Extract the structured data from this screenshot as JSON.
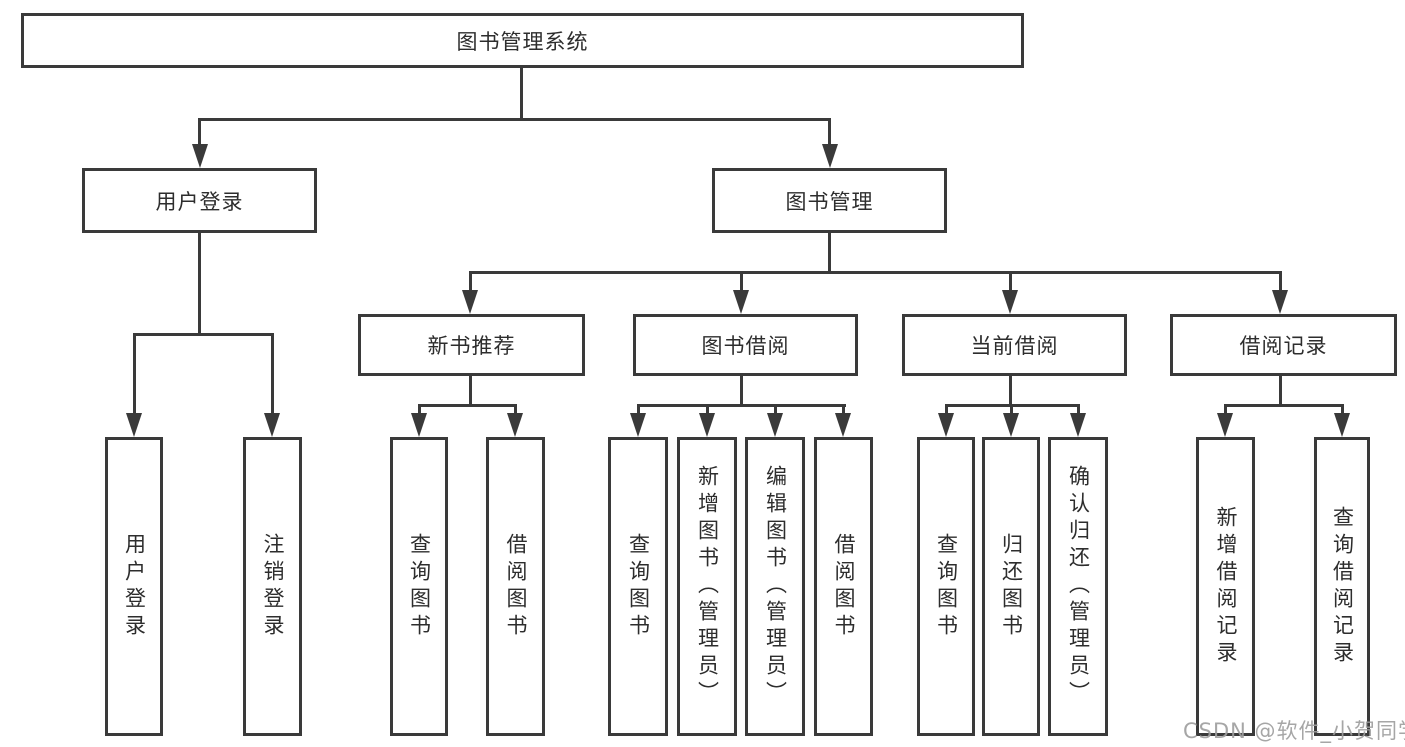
{
  "tree": {
    "root": "图书管理系统",
    "branches": [
      {
        "label": "用户登录",
        "leaves": [
          "用户登录",
          "注销登录"
        ]
      },
      {
        "label": "图书管理",
        "groups": [
          {
            "label": "新书推荐",
            "leaves": [
              "查询图书",
              "借阅图书"
            ]
          },
          {
            "label": "图书借阅",
            "leaves": [
              "查询图书",
              "新增图书（管理员）",
              "编辑图书（管理员）",
              "借阅图书"
            ]
          },
          {
            "label": "当前借阅",
            "leaves": [
              "查询图书",
              "归还图书",
              "确认归还（管理员）"
            ]
          },
          {
            "label": "借阅记录",
            "leaves": [
              "新增借阅记录",
              "查询借阅记录"
            ]
          }
        ]
      }
    ]
  },
  "watermark": "CSDN @软件_小贺同学",
  "colors": {
    "line": "#3a3a3a",
    "text": "#2d2d2d",
    "watermark": "#9e9e9e",
    "background": "#ffffff"
  }
}
